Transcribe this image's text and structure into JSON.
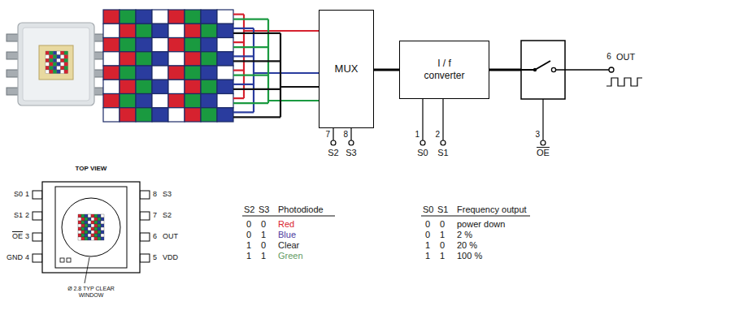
{
  "diagram": {
    "nodes": [
      {
        "text": [
          "MUX"
        ]
      },
      {
        "text": [
          "I / f converter"
        ]
      }
    ],
    "edges": [
      {
        "from": 0,
        "to": 1,
        "arrow": "none"
      }
    ],
    "labels": [
      "7",
      "8",
      "S2",
      "S3",
      "1",
      "2",
      "S0",
      "S1",
      "3",
      "OE",
      "6",
      "OUT",
      "TOP VIEW",
      "S0",
      "1",
      "S1",
      "2",
      "OE",
      "3",
      "GND",
      "4",
      "8",
      "S3",
      "7",
      "S2",
      "6",
      "OUT",
      "5",
      "VDD",
      "Ø 2.8 TYP CLEAR WINDOW",
      "S2",
      "S3",
      "Photodiode",
      "0",
      "0",
      "Red",
      "0",
      "1",
      "Blue",
      "1",
      "0",
      "Clear",
      "1",
      "1",
      "Green",
      "S0",
      "S1",
      "Frequency output",
      "0",
      "0",
      "power down",
      "0",
      "1",
      "2 %",
      "1",
      "0",
      "20 %",
      "1",
      "1",
      "100 %"
    ]
  }
}
